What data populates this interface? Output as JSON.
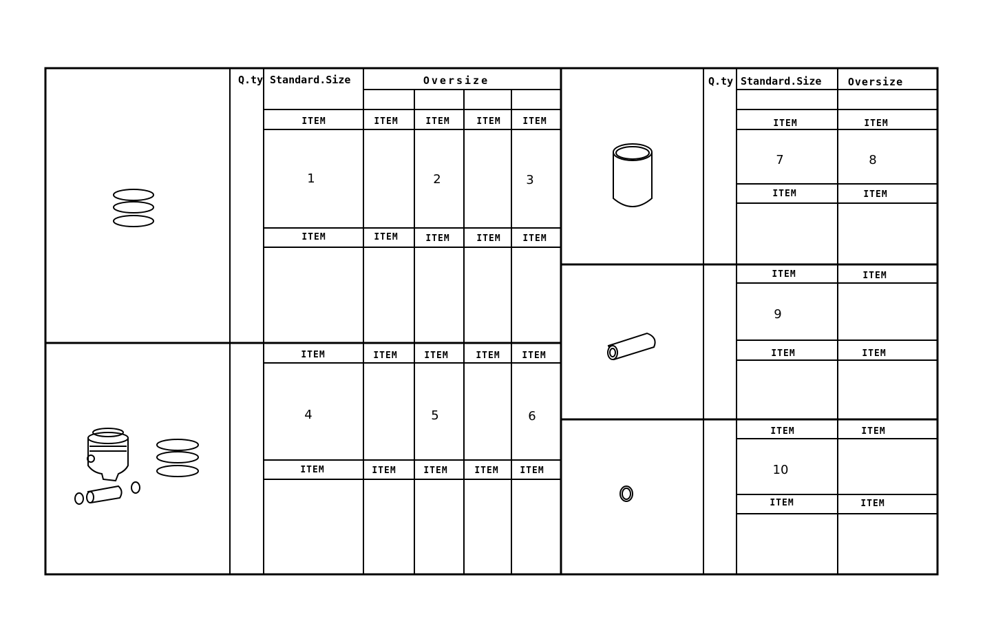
{
  "left_table": {
    "header_qty": "Q.ty",
    "header_standard": "Standard.Size",
    "header_oversize": "Oversize",
    "item_label": "ITEM",
    "section_ring_set": {
      "numbers": [
        "1",
        "2",
        "3"
      ]
    },
    "section_piston_set": {
      "numbers": [
        "4",
        "5",
        "6"
      ]
    }
  },
  "right_table": {
    "header_qty": "Q.ty",
    "header_standard": "Standard.Size",
    "header_oversize": "Oversize",
    "item_label": "ITEM",
    "section_liner": {
      "numbers": [
        "7",
        "8"
      ]
    },
    "section_pin": {
      "numbers": [
        "9"
      ]
    },
    "section_circlip": {
      "numbers": [
        "10"
      ]
    }
  },
  "icons": [
    "piston-rings-icon",
    "piston-assembly-icon",
    "cylinder-liner-icon",
    "piston-pin-icon",
    "circlip-icon"
  ]
}
